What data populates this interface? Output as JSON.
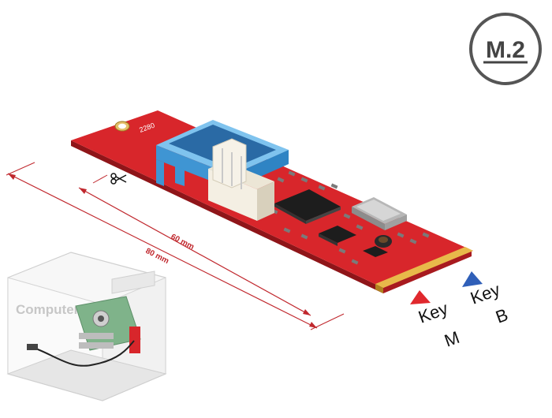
{
  "badge": {
    "label": "M.2"
  },
  "board": {
    "size_code": "2280"
  },
  "dimensions": {
    "short": "60 mm",
    "long": "80 mm"
  },
  "keys": {
    "m": {
      "word": "Key",
      "letter": "M",
      "marker_color": "#e0282d"
    },
    "b": {
      "word": "Key",
      "letter": "B",
      "marker_color": "#2f5fb8"
    }
  },
  "inset": {
    "label": "Computer"
  },
  "colors": {
    "pcb": "#d8262b",
    "header": "#4aa3df",
    "connector": "#f2ede2",
    "dimension": "#c0272d"
  },
  "icons": [
    "scissors-icon",
    "key-m-triangle-icon",
    "key-b-triangle-icon"
  ]
}
